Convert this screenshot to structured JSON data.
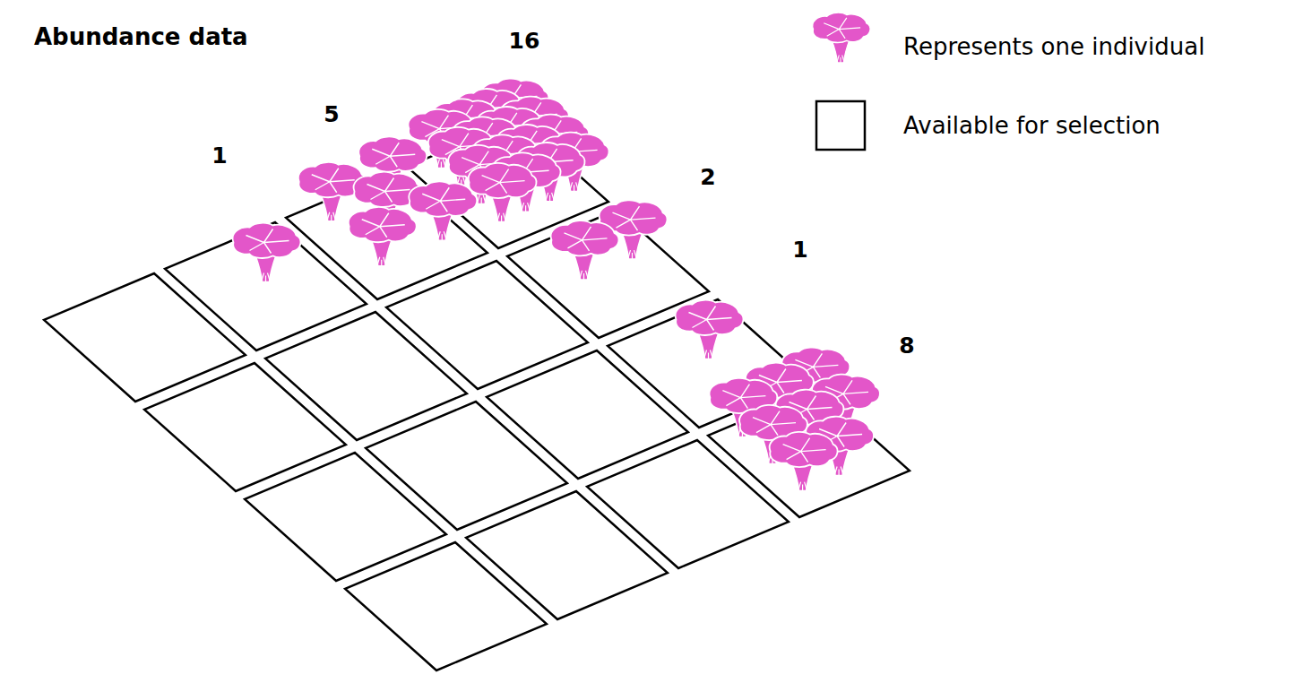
{
  "diagram": {
    "title": "Abundance data",
    "labels": [
      "1",
      "5",
      "16",
      "2",
      "1",
      "8"
    ],
    "legend": [
      {
        "text": "Represents one individual"
      },
      {
        "text": "Available for selection"
      }
    ]
  }
}
